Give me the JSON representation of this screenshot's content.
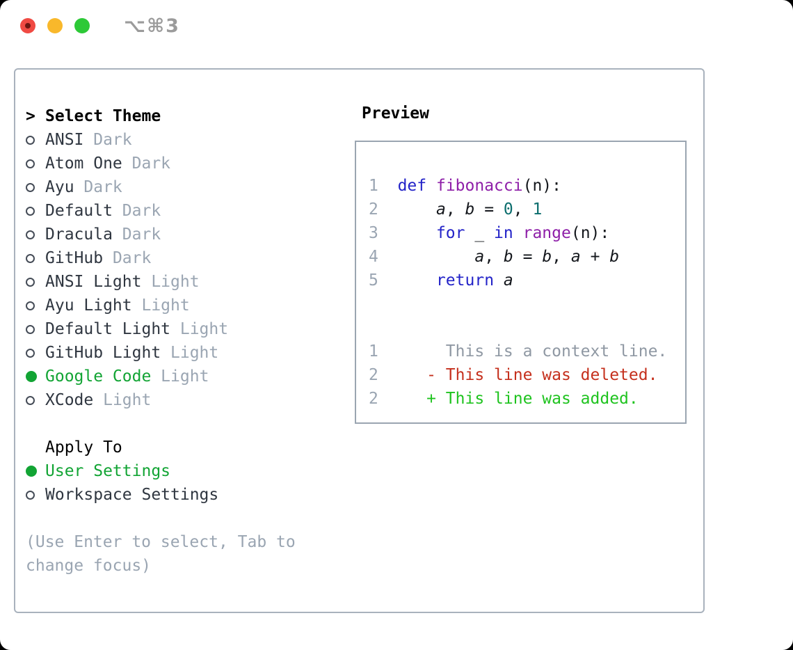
{
  "window": {
    "title": "⌥⌘3",
    "colors": {
      "close_red": "#f04a43",
      "minimize_yellow": "#f9b82b",
      "zoom_green": "#2dc937",
      "panel_border": "#a9b2bd"
    }
  },
  "theme_panel": {
    "header_prefix": ">",
    "header": "Select Theme",
    "items": [
      {
        "name": "ANSI",
        "variant": "Dark",
        "selected": false
      },
      {
        "name": "Atom One",
        "variant": "Dark",
        "selected": false
      },
      {
        "name": "Ayu",
        "variant": "Dark",
        "selected": false
      },
      {
        "name": "Default",
        "variant": "Dark",
        "selected": false
      },
      {
        "name": "Dracula",
        "variant": "Dark",
        "selected": false
      },
      {
        "name": "GitHub",
        "variant": "Dark",
        "selected": false
      },
      {
        "name": "ANSI Light",
        "variant": "Light",
        "selected": false
      },
      {
        "name": "Ayu Light",
        "variant": "Light",
        "selected": false
      },
      {
        "name": "Default Light",
        "variant": "Light",
        "selected": false
      },
      {
        "name": "GitHub Light",
        "variant": "Light",
        "selected": false
      },
      {
        "name": "Google Code",
        "variant": "Light",
        "selected": true
      },
      {
        "name": "XCode",
        "variant": "Light",
        "selected": false
      }
    ],
    "apply_to": {
      "header": "Apply To",
      "options": [
        {
          "label": "User Settings",
          "selected": true
        },
        {
          "label": "Workspace Settings",
          "selected": false
        }
      ]
    },
    "hint_lines": [
      "(Use Enter to select, Tab to",
      "change focus)"
    ],
    "colors": {
      "selected_green": "#12a434",
      "muted_gray": "#9aa5b2",
      "item_text": "#2f3640"
    }
  },
  "preview": {
    "header": "Preview",
    "code_lines": [
      {
        "num": "1",
        "tokens": [
          {
            "t": "def",
            "c": "kw"
          },
          {
            "t": " "
          },
          {
            "t": "fibonacci",
            "c": "fn"
          },
          {
            "t": "(n):"
          }
        ]
      },
      {
        "num": "2",
        "tokens": [
          {
            "t": "    "
          },
          {
            "t": "a",
            "c": "var"
          },
          {
            "t": ", "
          },
          {
            "t": "b",
            "c": "var"
          },
          {
            "t": " = "
          },
          {
            "t": "0",
            "c": "lit"
          },
          {
            "t": ", "
          },
          {
            "t": "1",
            "c": "lit"
          }
        ]
      },
      {
        "num": "3",
        "tokens": [
          {
            "t": "    "
          },
          {
            "t": "for",
            "c": "kw"
          },
          {
            "t": " _ "
          },
          {
            "t": "in",
            "c": "kw"
          },
          {
            "t": " "
          },
          {
            "t": "range",
            "c": "fn"
          },
          {
            "t": "(n):"
          }
        ]
      },
      {
        "num": "4",
        "tokens": [
          {
            "t": "        "
          },
          {
            "t": "a",
            "c": "var"
          },
          {
            "t": ", "
          },
          {
            "t": "b",
            "c": "var"
          },
          {
            "t": " = "
          },
          {
            "t": "b",
            "c": "var"
          },
          {
            "t": ", "
          },
          {
            "t": "a",
            "c": "var"
          },
          {
            "t": " + "
          },
          {
            "t": "b",
            "c": "var"
          }
        ]
      },
      {
        "num": "5",
        "tokens": [
          {
            "t": "    "
          },
          {
            "t": "return",
            "c": "kw"
          },
          {
            "t": " "
          },
          {
            "t": "a",
            "c": "var"
          }
        ]
      }
    ],
    "diff_lines": [
      {
        "num": "1",
        "indent": "       ",
        "sign": "",
        "text": "This is a context line.",
        "kind": "context"
      },
      {
        "num": "2",
        "indent": "     ",
        "sign": "-",
        "text": "This line was deleted.",
        "kind": "deleted"
      },
      {
        "num": "2",
        "indent": "     ",
        "sign": "+",
        "text": "This line was added.",
        "kind": "added"
      }
    ],
    "colors": {
      "keyword_blue": "#2323c8",
      "function_purple": "#8e1fa8",
      "literal_teal": "#0b6d6d",
      "line_number_gray": "#9aa5b2",
      "context_gray": "#8f98a3",
      "deleted_red": "#c5301d",
      "added_green": "#1fc31f"
    }
  }
}
